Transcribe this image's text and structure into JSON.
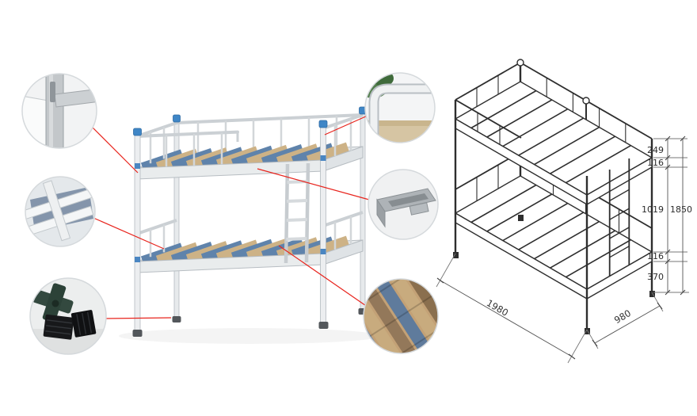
{
  "figure": {
    "type": "product-detail-sheet",
    "background": "#ffffff",
    "accent_line_color": "#e8241d",
    "frame_color": "#eceef0",
    "cap_color": "#3f86c6",
    "slat_blue": "#5f83ab",
    "slat_tan": "#cdb286",
    "drawing_line_color": "#2e2e2e"
  },
  "callouts": [
    {
      "name": "corner-joint-detail"
    },
    {
      "name": "end-rail-detail"
    },
    {
      "name": "plastic-feet-detail"
    },
    {
      "name": "guardrail-tube-detail"
    },
    {
      "name": "connector-bracket-detail"
    },
    {
      "name": "slat-surface-detail"
    }
  ],
  "diagram": {
    "dims": {
      "guard_height": "249",
      "upper_frame": "116",
      "bunk_gap": "1019",
      "overall_height": "1850",
      "lower_frame": "116",
      "clearance": "370",
      "length": "1980",
      "width": "980"
    }
  }
}
